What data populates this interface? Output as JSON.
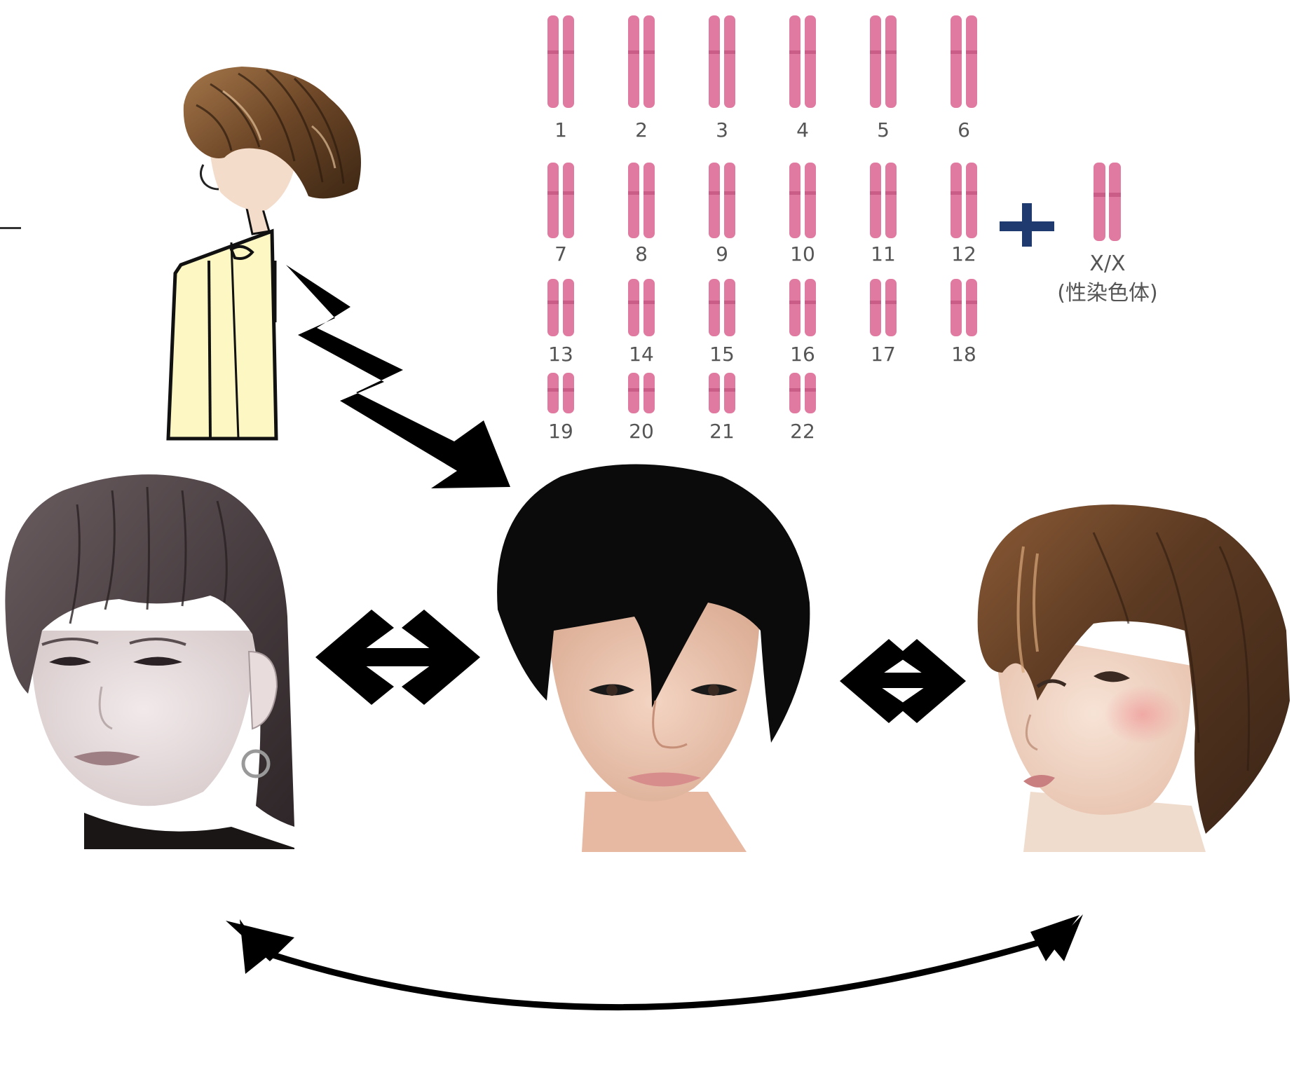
{
  "karyotype": {
    "autosome_labels": [
      "1",
      "2",
      "3",
      "4",
      "5",
      "6",
      "7",
      "8",
      "9",
      "10",
      "11",
      "12",
      "13",
      "14",
      "15",
      "16",
      "17",
      "18",
      "19",
      "20",
      "21",
      "22"
    ],
    "plus_symbol": "+",
    "sex_chromosome_label": "X/X",
    "sex_chromosome_caption": "(性染色体)"
  },
  "figures": {
    "top": {
      "icon": "person-profile-illustration"
    },
    "left": {
      "icon": "face-portrait-grayscale"
    },
    "center": {
      "icon": "face-portrait-black-hair"
    },
    "right": {
      "icon": "face-portrait-brown-hair"
    }
  },
  "colors": {
    "chromosome": "#e07aa0",
    "chromosome_dark": "#c95d87",
    "plus": "#1f3a6e",
    "arrow": "#000000",
    "label": "#555555"
  }
}
